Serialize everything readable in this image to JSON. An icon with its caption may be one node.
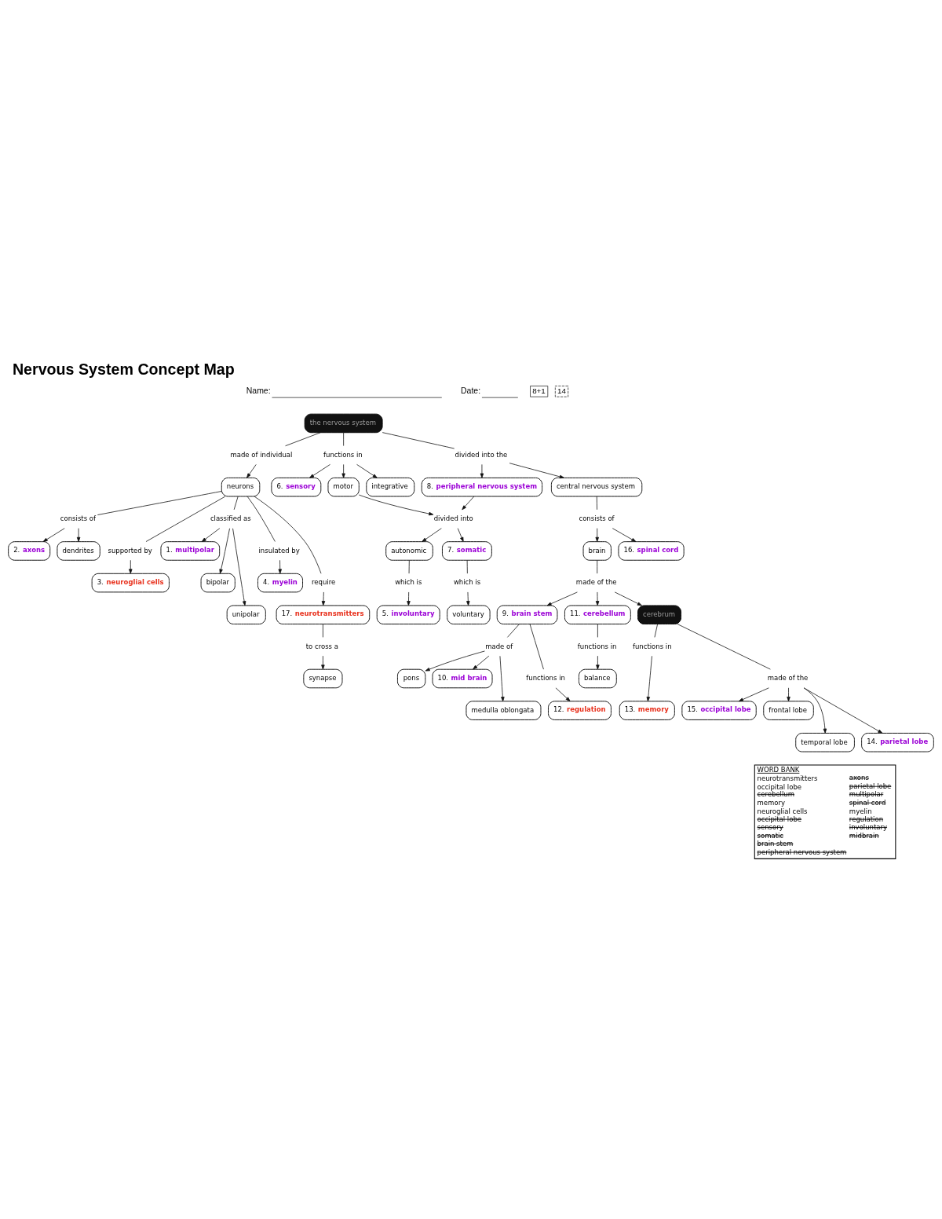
{
  "diagram": {
    "title": "Nervous System Concept Map",
    "nodes": [
      {
        "text": [
          "2.",
          "axons"
        ]
      },
      {
        "text": [
          "dendrites"
        ]
      },
      {
        "text": [
          "3.",
          "neuroglial cells"
        ]
      },
      {
        "text": [
          "1.",
          "multipolar"
        ]
      },
      {
        "text": [
          "5.",
          "involuntary"
        ]
      },
      {
        "text": [
          "consists of"
        ]
      },
      {
        "text": [
          "supported by"
        ]
      },
      {
        "text": [
          "bipolar"
        ]
      },
      {
        "text": [
          "4.",
          "myelin"
        ]
      },
      {
        "text": [
          "classified as"
        ]
      },
      {
        "text": [
          "voluntary"
        ]
      },
      {
        "text": [
          "neurons"
        ]
      },
      {
        "text": [
          "insulated by"
        ]
      },
      {
        "text": [
          "which is"
        ]
      },
      {
        "text": [
          "unipolar"
        ]
      },
      {
        "text": [
          "6.",
          "sensory"
        ]
      },
      {
        "text": [
          "require"
        ]
      },
      {
        "text": [
          "autonomic"
        ]
      },
      {
        "text": [
          "which is"
        ]
      },
      {
        "text": [
          "made of individual"
        ]
      },
      {
        "text": [
          "functions in"
        ]
      },
      {
        "text": [
          "17.",
          "neurotransmitters"
        ]
      },
      {
        "text": [
          "divided into"
        ]
      },
      {
        "text": [
          "motor"
        ]
      },
      {
        "text": [
          "7.",
          "somatic"
        ]
      },
      {
        "text": [
          "the nervous system"
        ]
      },
      {
        "text": [
          "integrative"
        ]
      },
      {
        "text": [
          "to cross a"
        ]
      },
      {
        "text": [
          "divided into the"
        ]
      },
      {
        "text": [
          "pons"
        ]
      },
      {
        "text": [
          "synapse"
        ]
      },
      {
        "text": [
          "8.",
          "peripheral nervous system"
        ]
      },
      {
        "text": [
          "made of"
        ]
      },
      {
        "text": [
          "10.",
          "mid brain"
        ]
      },
      {
        "text": [
          "central nervous system"
        ]
      },
      {
        "text": [
          "9.",
          "brain stem"
        ]
      },
      {
        "text": [
          "made of the"
        ]
      },
      {
        "text": [
          "brain"
        ]
      },
      {
        "text": [
          "medulla oblongata"
        ]
      },
      {
        "text": [
          "consists of"
        ]
      },
      {
        "text": [
          "11.",
          "cerebellum"
        ]
      },
      {
        "text": [
          "functions in"
        ]
      },
      {
        "text": [
          "16.",
          "spinal cord"
        ]
      },
      {
        "text": [
          "cerebrum"
        ]
      },
      {
        "text": [
          "functions in"
        ]
      },
      {
        "text": [
          "12.",
          "regulation"
        ]
      },
      {
        "text": [
          "functions in"
        ]
      },
      {
        "text": [
          "made of the"
        ]
      },
      {
        "text": [
          "balance"
        ]
      },
      {
        "text": [
          "15.",
          "occipital lobe"
        ]
      },
      {
        "text": [
          "13.",
          "memory"
        ]
      },
      {
        "text": [
          "WORD BANK",
          "neurotransmitters",
          "occipital lobe",
          "cerebellum",
          "memory",
          "neuroglial cells",
          "occipital lobe",
          "sensory",
          "somatic",
          "brain stem",
          "peripheral nervous system",
          "axons",
          "parietal lobe",
          "multipolar",
          "spinal cord",
          "myelin",
          "regulation",
          "involuntary",
          "midbrain"
        ]
      },
      {
        "text": [
          "frontal lobe"
        ]
      },
      {
        "text": [
          "temporal lobe"
        ]
      },
      {
        "text": [
          "14.",
          "parietal lobe"
        ]
      }
    ],
    "edges": [
      {
        "from": 11,
        "to": 5,
        "arrow": "none"
      },
      {
        "from": 5,
        "to": 0,
        "arrow": "to"
      },
      {
        "from": 5,
        "to": 1,
        "arrow": "to"
      },
      {
        "from": 11,
        "to": 6,
        "arrow": "none"
      },
      {
        "from": 6,
        "to": 2,
        "arrow": "to"
      },
      {
        "from": 11,
        "to": 9,
        "arrow": "none"
      },
      {
        "from": 9,
        "to": 3,
        "arrow": "to"
      },
      {
        "from": 9,
        "to": 7,
        "arrow": "to"
      },
      {
        "from": 9,
        "to": 14,
        "arrow": "to"
      },
      {
        "from": 11,
        "to": 12,
        "arrow": "none"
      },
      {
        "from": 12,
        "to": 8,
        "arrow": "to"
      },
      {
        "from": 17,
        "to": 13,
        "arrow": "none"
      },
      {
        "from": 13,
        "to": 4,
        "arrow": "to"
      },
      {
        "from": 11,
        "to": 16,
        "arrow": "none"
      },
      {
        "from": 16,
        "to": 21,
        "arrow": "to"
      },
      {
        "from": 24,
        "to": 18,
        "arrow": "none"
      },
      {
        "from": 18,
        "to": 10,
        "arrow": "to"
      },
      {
        "from": 25,
        "to": 19,
        "arrow": "none"
      },
      {
        "from": 19,
        "to": 11,
        "arrow": "to"
      },
      {
        "from": 25,
        "to": 20,
        "arrow": "none"
      },
      {
        "from": 20,
        "to": 15,
        "arrow": "to"
      },
      {
        "from": 20,
        "to": 23,
        "arrow": "to"
      },
      {
        "from": 20,
        "to": 26,
        "arrow": "to"
      },
      {
        "from": 23,
        "to": 22,
        "arrow": "to"
      },
      {
        "from": 31,
        "to": 22,
        "arrow": "to"
      },
      {
        "from": 22,
        "to": 17,
        "arrow": "to"
      },
      {
        "from": 22,
        "to": 24,
        "arrow": "to"
      },
      {
        "from": 21,
        "to": 27,
        "arrow": "none"
      },
      {
        "from": 27,
        "to": 30,
        "arrow": "to"
      },
      {
        "from": 25,
        "to": 28,
        "arrow": "none"
      },
      {
        "from": 28,
        "to": 31,
        "arrow": "to"
      },
      {
        "from": 28,
        "to": 34,
        "arrow": "to"
      },
      {
        "from": 35,
        "to": 32,
        "arrow": "none"
      },
      {
        "from": 32,
        "to": 29,
        "arrow": "to"
      },
      {
        "from": 32,
        "to": 33,
        "arrow": "to"
      },
      {
        "from": 32,
        "to": 38,
        "arrow": "to"
      },
      {
        "from": 37,
        "to": 36,
        "arrow": "none"
      },
      {
        "from": 36,
        "to": 35,
        "arrow": "to"
      },
      {
        "from": 36,
        "to": 40,
        "arrow": "to"
      },
      {
        "from": 36,
        "to": 43,
        "arrow": "to"
      },
      {
        "from": 34,
        "to": 39,
        "arrow": "none"
      },
      {
        "from": 39,
        "to": 37,
        "arrow": "to"
      },
      {
        "from": 39,
        "to": 42,
        "arrow": "to"
      },
      {
        "from": 35,
        "to": 41,
        "arrow": "none"
      },
      {
        "from": 41,
        "to": 45,
        "arrow": "to"
      },
      {
        "from": 40,
        "to": 44,
        "arrow": "none"
      },
      {
        "from": 44,
        "to": 48,
        "arrow": "to"
      },
      {
        "from": 43,
        "to": 46,
        "arrow": "none"
      },
      {
        "from": 46,
        "to": 50,
        "arrow": "to"
      },
      {
        "from": 43,
        "to": 47,
        "arrow": "none"
      },
      {
        "from": 47,
        "to": 49,
        "arrow": "to"
      },
      {
        "from": 47,
        "to": 53,
        "arrow": "to"
      },
      {
        "from": 47,
        "to": 52,
        "arrow": "to"
      },
      {
        "from": 47,
        "to": 54,
        "arrow": "to"
      }
    ],
    "labels": [
      "Name:",
      "Date:",
      "8+1",
      "14"
    ]
  }
}
